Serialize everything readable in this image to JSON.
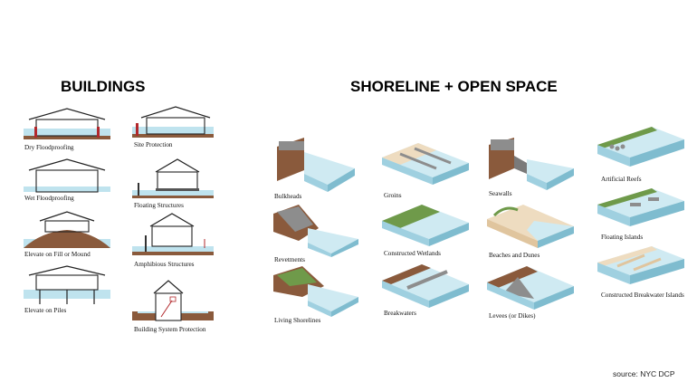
{
  "headings": {
    "buildings": "BUILDINGS",
    "shoreline": "SHORELINE + OPEN SPACE"
  },
  "buildings": {
    "dry_floodproofing": "Dry Floodproofing",
    "site_protection": "Site Protection",
    "wet_floodproofing": "Wet Floodproofing",
    "floating_structures": "Floating Structures",
    "elevate_on_fill": "Elevate on Fill or Mound",
    "amphibious_structures": "Amphibious Structures",
    "elevate_on_piles": "Elevate on Piles",
    "building_system_protection": "Building System Protection"
  },
  "shoreline": {
    "bulkheads": "Bulkheads",
    "groins": "Groins",
    "seawalls": "Seawalls",
    "artificial_reefs": "Artificial Reefs",
    "revetments": "Revetments",
    "constructed_wetlands": "Constructed Wetlands",
    "beaches_and_dunes": "Beaches and Dunes",
    "floating_islands": "Floating Islands",
    "living_shorelines": "Living Shorelines",
    "breakwaters": "Breakwaters",
    "levees": "Levees (or Dikes)",
    "constructed_breakwater_islands": "Constructed Breakwater Islands"
  },
  "source": "source: NYC DCP",
  "colors": {
    "water": "#bfe3ee",
    "water_dark": "#8ec9dc",
    "earth": "#8a5a3c",
    "earth_side": "#6e452d",
    "sand": "#eedcc0",
    "grass": "#6f9a4a",
    "stone": "#8d8d8d",
    "barrier": "#b2282c"
  }
}
